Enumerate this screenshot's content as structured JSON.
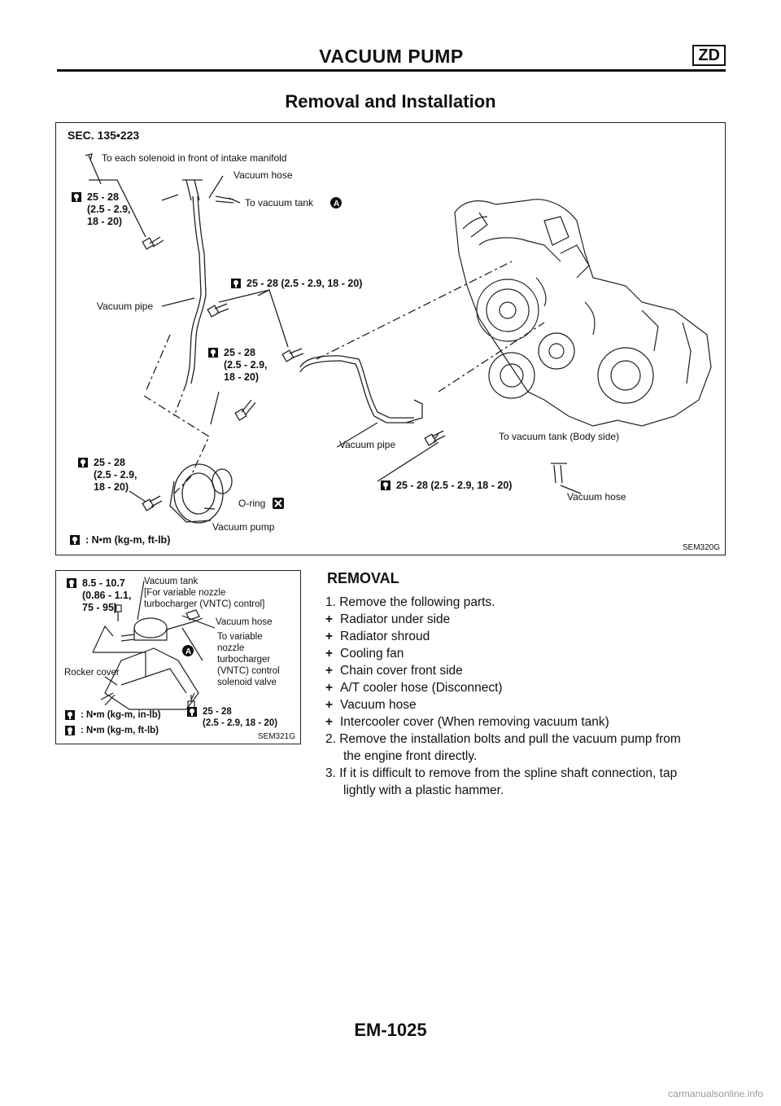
{
  "header": {
    "title": "VACUUM PUMP",
    "badge": "ZD"
  },
  "section_title": "Removal and Installation",
  "figure1": {
    "section": "SEC. 135•223",
    "code": "SEM320G",
    "labels": {
      "to_solenoid": "To each solenoid in front of intake manifold",
      "vacuum_hose_top": "Vacuum hose",
      "to_vacuum_tank": "To vacuum tank",
      "torque_tl1": "25 - 28\n(2.5 - 2.9,\n18 - 20)",
      "torque_mid_top": "25 - 28 (2.5 - 2.9, 18 - 20)",
      "vacuum_pipe_left": "Vacuum pipe",
      "torque_mid_left": "25 - 28\n(2.5 - 2.9,\n18 - 20)",
      "torque_bl": "25 - 28\n(2.5 - 2.9,\n18 - 20)",
      "o_ring": "O-ring",
      "vacuum_pump": "Vacuum pump",
      "vacuum_pipe_bottom": "Vacuum pipe",
      "torque_bottom": "25 - 28 (2.5 - 2.9, 18 - 20)",
      "to_tank_body": "To vacuum tank (Body side)",
      "vacuum_hose_bottom": "Vacuum hose",
      "legend": ": N•m (kg-m, ft-lb)",
      "mark_a": "A"
    }
  },
  "figure2": {
    "code": "SEM321G",
    "labels": {
      "torque_top": "8.5 - 10.7\n(0.86 - 1.1,\n75 - 95)",
      "vacuum_tank": "Vacuum tank\n[For variable nozzle\nturbocharger (VNTC) control]",
      "vacuum_hose": "Vacuum hose",
      "to_variable": "To variable\nnozzle\nturbocharger\n(VNTC) control\nsolenoid valve",
      "rocker_cover": "Rocker cover",
      "torque_bottom": "25 - 28\n(2.5 - 2.9, 18 - 20)",
      "legend_inlb": ": N•m (kg-m, in-lb)",
      "legend_ftlb": ": N•m (kg-m, ft-lb)",
      "mark_a": "A"
    }
  },
  "removal": {
    "heading": "REMOVAL",
    "steps": [
      {
        "kind": "num",
        "text": "1. Remove the following parts."
      },
      {
        "kind": "bullet",
        "text": "Radiator under side"
      },
      {
        "kind": "bullet",
        "text": "Radiator shroud"
      },
      {
        "kind": "bullet",
        "text": "Cooling fan"
      },
      {
        "kind": "bullet",
        "text": "Chain cover front side"
      },
      {
        "kind": "bullet",
        "text": "A/T cooler hose (Disconnect)"
      },
      {
        "kind": "bullet",
        "text": "Vacuum hose"
      },
      {
        "kind": "bullet",
        "text": "Intercooler cover (When removing vacuum tank)"
      },
      {
        "kind": "num",
        "text": "2. Remove the installation bolts and pull the vacuum pump from"
      },
      {
        "kind": "cont",
        "text": "the engine front directly."
      },
      {
        "kind": "num",
        "text": "3. If it is difficult to remove from the spline shaft connection, tap"
      },
      {
        "kind": "cont",
        "text": "lightly with a plastic hammer."
      }
    ],
    "bullet_mark": "+"
  },
  "footer": {
    "page": "EM-1025"
  },
  "watermark": "carmanualsonline.info"
}
